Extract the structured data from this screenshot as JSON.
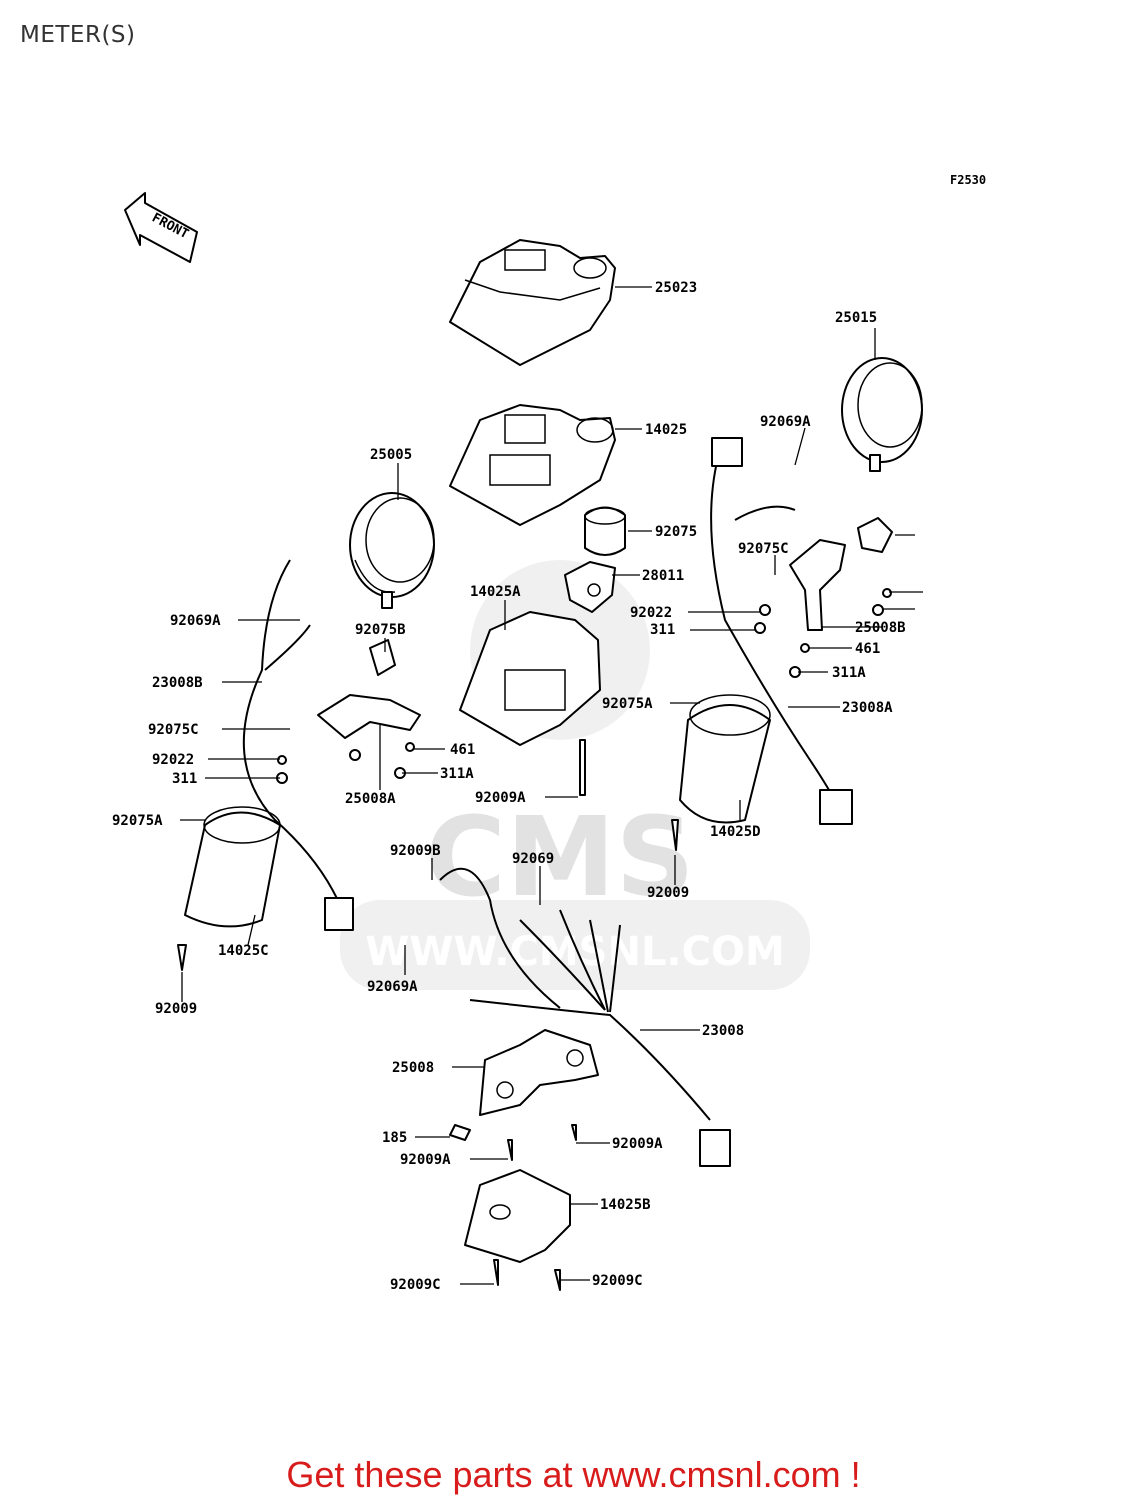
{
  "title": "METER(S)",
  "figure_code": "F2530",
  "front_label": "FRONT",
  "watermark": {
    "brand": "CMS",
    "site": "WWW.CMSNL.COM"
  },
  "footer_text": "Get these parts at www.cmsnl.com !",
  "parts": [
    "25023",
    "25015",
    "14025",
    "92069A",
    "25005",
    "92075",
    "92075C",
    "28011",
    "14025A",
    "92069A",
    "92022",
    "311",
    "92075B",
    "25008B",
    "461",
    "23008B",
    "311A",
    "23008A",
    "92075A",
    "92075C",
    "461",
    "92022",
    "311",
    "311A",
    "25008A",
    "92009A",
    "14025D",
    "92075A",
    "92009B",
    "92069",
    "92009",
    "14025C",
    "92069A",
    "92009",
    "23008",
    "25008",
    "185",
    "92009A",
    "92009A",
    "14025B",
    "92009C",
    "92009C"
  ]
}
